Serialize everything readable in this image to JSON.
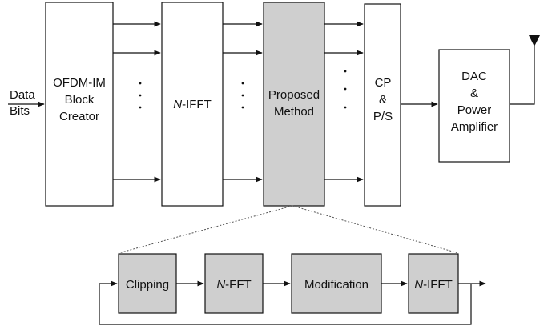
{
  "input_label": [
    "Data",
    "Bits"
  ],
  "blocks": {
    "ofdm_im": [
      "OFDM-IM",
      "Block",
      "Creator"
    ],
    "ifft": {
      "italic": "N",
      "rest": "-IFFT"
    },
    "proposed": [
      "Proposed",
      "Method"
    ],
    "cp_ps": [
      "CP",
      "&",
      "P/S"
    ],
    "dac": [
      "DAC",
      "&",
      "Power",
      "Amplifier"
    ]
  },
  "detail_blocks": {
    "clipping": "Clipping",
    "fft": {
      "italic": "N",
      "rest": "-FFT"
    },
    "modification": "Modification",
    "ifft": {
      "italic": "N",
      "rest": "-IFFT"
    }
  },
  "colors": {
    "highlight_block": "#cfcfcf",
    "antenna": "#111111"
  }
}
